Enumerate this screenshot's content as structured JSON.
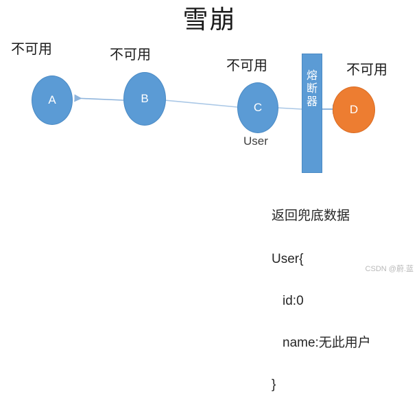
{
  "diagram": {
    "title": "雪崩",
    "colors": {
      "node_blue": "#5B9BD5",
      "node_orange": "#ED7D31",
      "connector": "#8EB4DC",
      "text": "#1a1a1a",
      "watermark": "#b9b9b9"
    },
    "status_labels": [
      {
        "text": "不可用",
        "for": "A"
      },
      {
        "text": "不可用",
        "for": "B"
      },
      {
        "text": "不可用",
        "for": "C"
      },
      {
        "text": "不可用",
        "for": "D"
      }
    ],
    "nodes": [
      {
        "id": "A",
        "label": "A",
        "color": "blue"
      },
      {
        "id": "B",
        "label": "B",
        "color": "blue"
      },
      {
        "id": "C",
        "label": "C",
        "color": "blue",
        "caption": "User"
      },
      {
        "id": "D",
        "label": "D",
        "color": "orange"
      }
    ],
    "node_caption_c": "User",
    "breaker": {
      "chars": [
        "熔",
        "断",
        "器"
      ],
      "full_text": "熔断器"
    },
    "fallback": {
      "heading": "返回兜底数据",
      "lines": [
        "User{",
        "id:0",
        "name:无此用户",
        "}"
      ]
    },
    "watermark": "CSDN @蔚.蓝"
  }
}
